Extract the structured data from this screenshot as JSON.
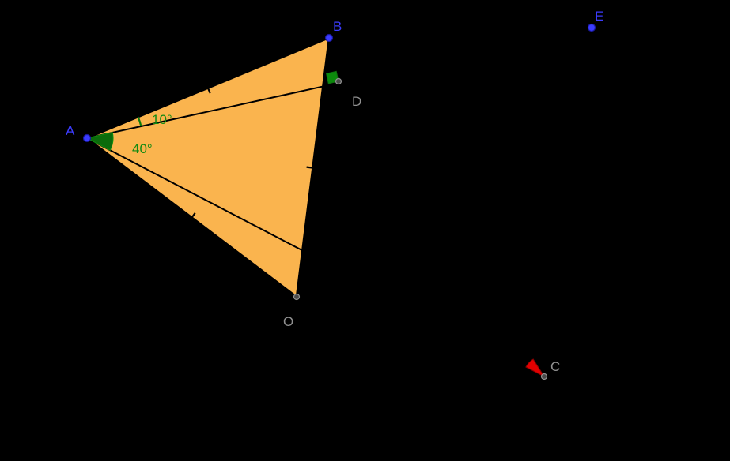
{
  "figure": {
    "background": "#000000",
    "triangle_fill": "#FAB44E",
    "edge_color": "#000000"
  },
  "points": {
    "A": {
      "label": "A",
      "color": "#3C3CFF"
    },
    "B": {
      "label": "B",
      "color": "#3C3CFF"
    },
    "E": {
      "label": "E",
      "color": "#3C3CFF"
    },
    "D": {
      "label": "D",
      "color": "#909090"
    },
    "O": {
      "label": "O",
      "color": "#909090"
    },
    "C": {
      "label": "C",
      "color": "#909090"
    }
  },
  "angles": {
    "bad": {
      "label": "10°",
      "text_color": "#128A12",
      "marker_color": "#0B7A0B"
    },
    "dac": {
      "label": "40°",
      "text_color": "#128A12",
      "marker_color": "#0B6B0B"
    },
    "adb": {
      "marker_color": "#0C8A0C"
    },
    "acb": {
      "marker_color": "#E10000"
    }
  }
}
